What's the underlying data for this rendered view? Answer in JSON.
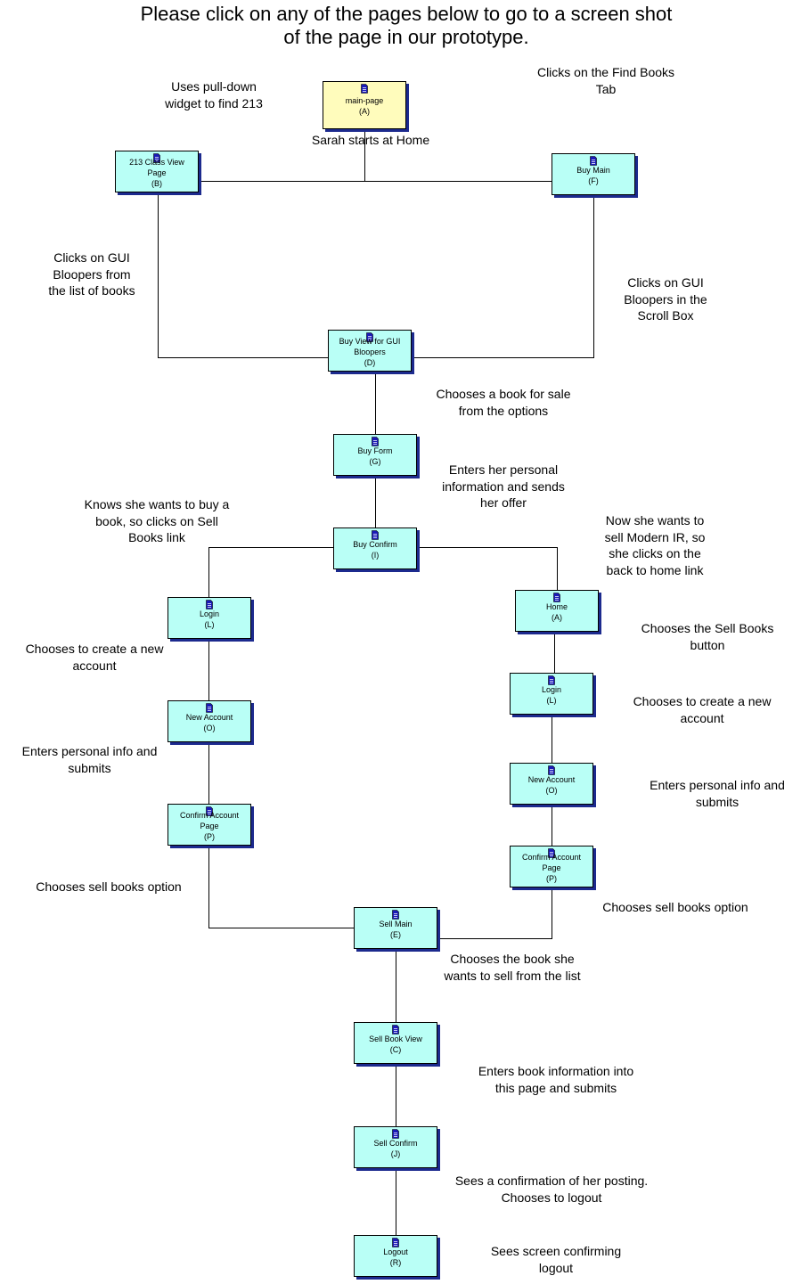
{
  "title": [
    "Please click on any of the pages below to go to a screen shot",
    "of the page in our prototype."
  ],
  "colors": {
    "node": "#b9fff6",
    "start_node": "#fffcbc",
    "shadow": "#1c2a8e",
    "doc_icon": "#1a1ab8"
  },
  "icon": "document-icon",
  "nodes": [
    {
      "id": "A-main",
      "lines": [
        "main-page",
        "(A)"
      ],
      "start": true
    },
    {
      "id": "B",
      "lines": [
        "213 Class View",
        "Page",
        "(B)"
      ]
    },
    {
      "id": "F",
      "lines": [
        "Buy Main",
        "(F)"
      ]
    },
    {
      "id": "D",
      "lines": [
        "Buy View for GUI",
        "Bloopers",
        "(D)"
      ]
    },
    {
      "id": "G",
      "lines": [
        "Buy Form",
        "(G)"
      ]
    },
    {
      "id": "I",
      "lines": [
        "Buy Confirm",
        "(I)"
      ]
    },
    {
      "id": "L-left",
      "lines": [
        "Login",
        "(L)"
      ]
    },
    {
      "id": "A-home",
      "lines": [
        "Home",
        "(A)"
      ]
    },
    {
      "id": "L-right",
      "lines": [
        "Login",
        "(L)"
      ]
    },
    {
      "id": "O-left",
      "lines": [
        "New Account",
        "(O)"
      ]
    },
    {
      "id": "O-right",
      "lines": [
        "New Account",
        "(O)"
      ]
    },
    {
      "id": "P-left",
      "lines": [
        "Confirm Account",
        "Page",
        "(P)"
      ]
    },
    {
      "id": "P-right",
      "lines": [
        "Confirm Account",
        "Page",
        "(P)"
      ]
    },
    {
      "id": "E",
      "lines": [
        "Sell Main",
        "(E)"
      ]
    },
    {
      "id": "C",
      "lines": [
        "Sell Book View",
        "(C)"
      ]
    },
    {
      "id": "J",
      "lines": [
        "Sell Confirm",
        "(J)"
      ]
    },
    {
      "id": "R",
      "lines": [
        "Logout",
        "(R)"
      ]
    }
  ],
  "annotations": [
    {
      "id": "uses-pulldown",
      "lines": [
        "Uses pull-down",
        "widget to find 213"
      ]
    },
    {
      "id": "clicks-find-books",
      "lines": [
        "Clicks on the Find Books",
        "Tab"
      ]
    },
    {
      "id": "sarah-starts",
      "lines": [
        "Sarah starts at Home"
      ]
    },
    {
      "id": "clicks-gui-list",
      "lines": [
        "Clicks on GUI",
        "Bloopers from",
        "the list of books"
      ]
    },
    {
      "id": "clicks-gui-scroll",
      "lines": [
        "Clicks on GUI",
        "Bloopers in the",
        "Scroll Box"
      ]
    },
    {
      "id": "chooses-book-sale",
      "lines": [
        "Chooses a book for sale",
        "from the options"
      ]
    },
    {
      "id": "enters-personal-offer",
      "lines": [
        "Enters her personal",
        "information and sends",
        "her offer"
      ]
    },
    {
      "id": "knows-buy",
      "lines": [
        "Knows she wants to buy a",
        "book, so clicks on Sell",
        "Books link"
      ]
    },
    {
      "id": "now-sell",
      "lines": [
        "Now she wants to",
        "sell Modern IR, so",
        "she clicks on the",
        "back to home link"
      ]
    },
    {
      "id": "chooses-sell-button",
      "lines": [
        "Chooses the Sell Books",
        "button"
      ]
    },
    {
      "id": "create-account-left",
      "lines": [
        "Chooses to create a new",
        "account"
      ]
    },
    {
      "id": "create-account-right",
      "lines": [
        "Chooses to create a new",
        "account"
      ]
    },
    {
      "id": "enters-info-left",
      "lines": [
        "Enters personal info and",
        "submits"
      ]
    },
    {
      "id": "enters-info-right",
      "lines": [
        "Enters personal info and",
        "submits"
      ]
    },
    {
      "id": "sell-option-left",
      "lines": [
        "Chooses sell books option"
      ]
    },
    {
      "id": "sell-option-right",
      "lines": [
        "Chooses sell books option"
      ]
    },
    {
      "id": "choose-book-sell",
      "lines": [
        "Chooses the book she",
        "wants to sell from the list"
      ]
    },
    {
      "id": "enters-book-info",
      "lines": [
        "Enters book information into",
        "this page and submits"
      ]
    },
    {
      "id": "sees-confirmation",
      "lines": [
        "Sees a confirmation of her posting.",
        "Chooses to logout"
      ]
    },
    {
      "id": "sees-logout",
      "lines": [
        "Sees screen confirming",
        "logout"
      ]
    }
  ]
}
